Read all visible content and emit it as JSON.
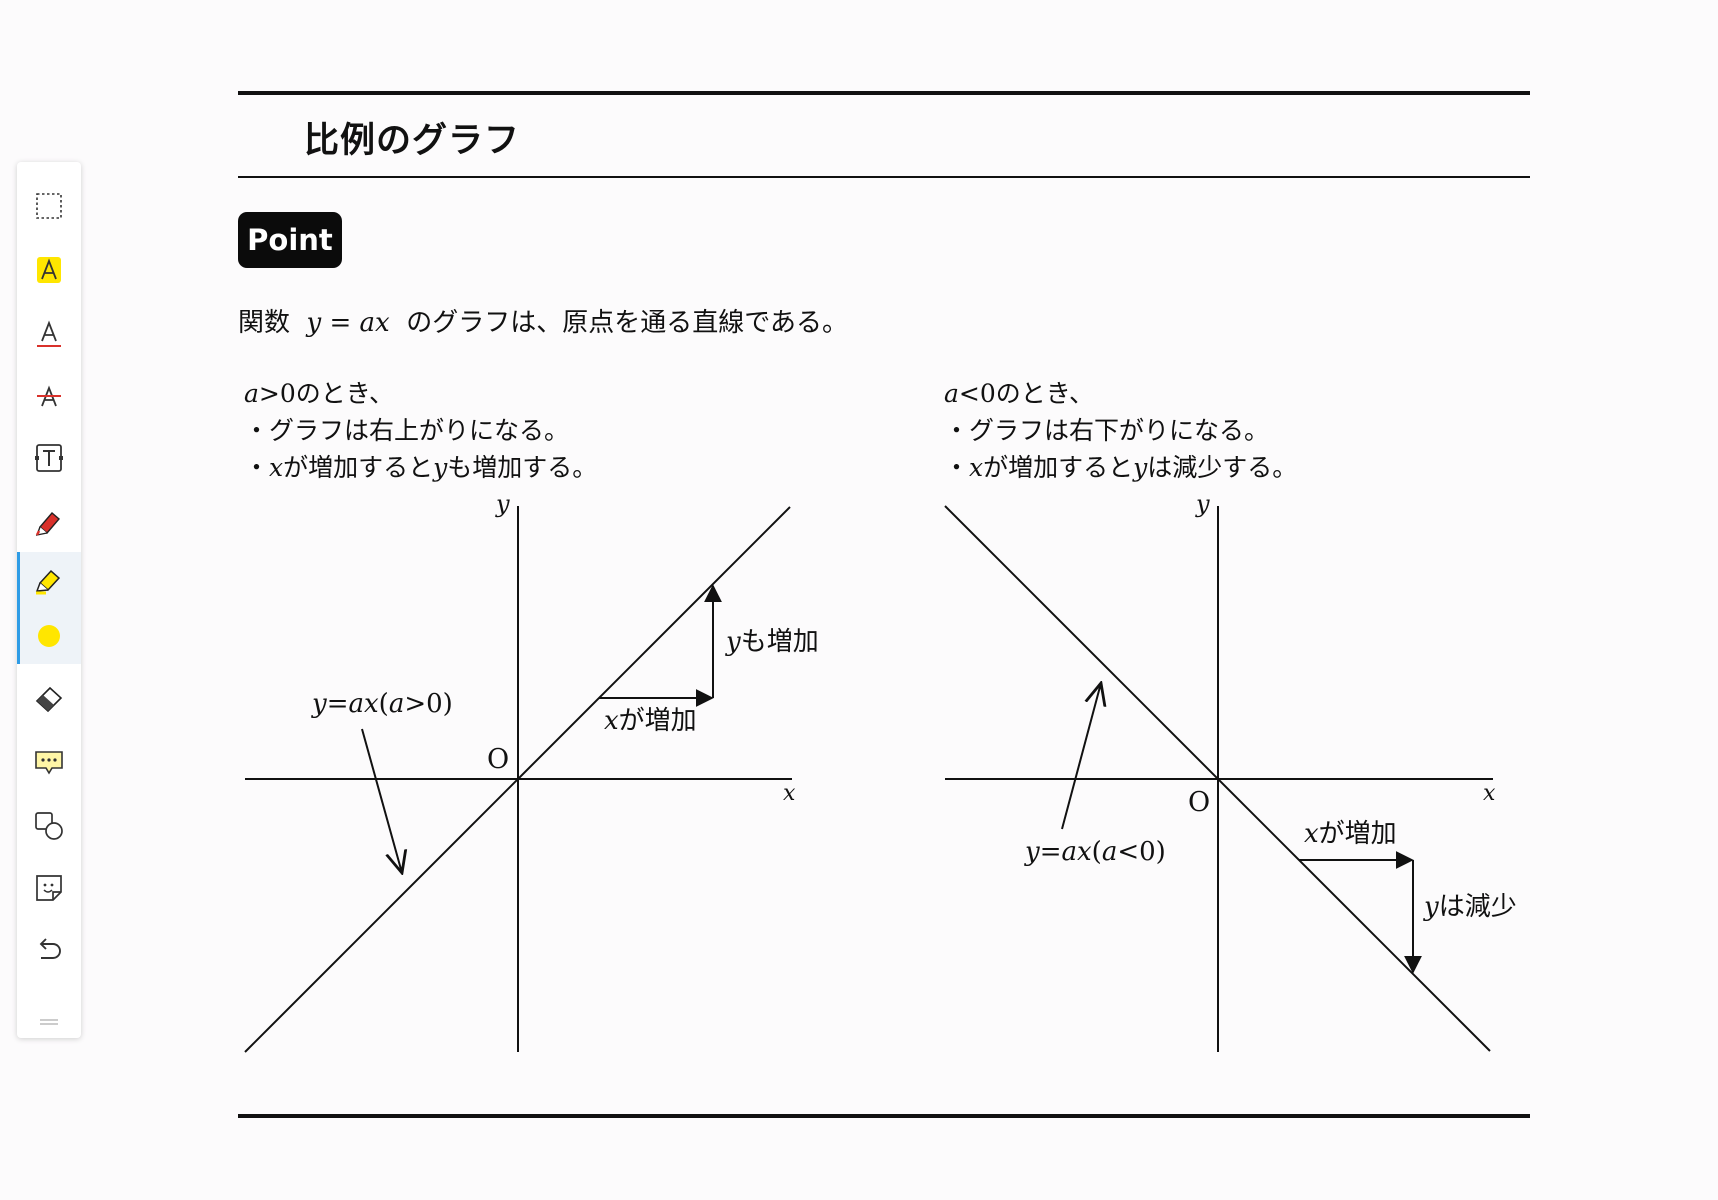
{
  "toolbar": {
    "tools": [
      {
        "name": "select-tool",
        "icon": "dotted-rectangle-icon"
      },
      {
        "name": "highlight-text-tool",
        "icon": "highlighted-a-icon"
      },
      {
        "name": "underline-tool",
        "icon": "underlined-a-icon"
      },
      {
        "name": "strikethrough-tool",
        "icon": "strikethrough-a-icon"
      },
      {
        "name": "text-box-tool",
        "icon": "text-box-icon"
      },
      {
        "name": "pen-tool",
        "icon": "red-marker-icon"
      },
      {
        "name": "highlighter-tool",
        "icon": "yellow-highlighter-icon",
        "active": true
      },
      {
        "name": "color-picker",
        "icon": "yellow-dot-icon",
        "active": true
      },
      {
        "name": "eraser-tool",
        "icon": "eraser-icon"
      },
      {
        "name": "comment-tool",
        "icon": "comment-icon"
      },
      {
        "name": "shape-tool",
        "icon": "shapes-icon"
      },
      {
        "name": "sticker-tool",
        "icon": "sticker-icon"
      },
      {
        "name": "undo-button",
        "icon": "undo-icon"
      }
    ],
    "colors": {
      "accent": "#2f9ce6",
      "highlight": "#ffe600",
      "pen": "#d9312b"
    }
  },
  "page": {
    "title": "比例のグラフ",
    "badge": "Point",
    "statement": {
      "prefix": "関数",
      "formula": "y = ax",
      "suffix": "のグラフは、原点を通る直線である。"
    }
  },
  "left_panel": {
    "condition": {
      "var": "a",
      "rest": ">0のとき、"
    },
    "bullet1": "・グラフは右上がりになる。",
    "bullet2": {
      "bullet": "・",
      "x": "x",
      "mid": "が増加すると",
      "y": "y",
      "end": "も増加する。"
    },
    "graph": {
      "y_axis": "y",
      "x_axis": "x",
      "origin": "O",
      "line_label": {
        "y": "y",
        "eq": "=",
        "ax": "ax",
        "paren_open": "(",
        "a": "a",
        "cond": ">0)"
      },
      "x_change": {
        "var": "x",
        "text": "が増加"
      },
      "y_change": {
        "var": "y",
        "text": "も増加"
      }
    }
  },
  "right_panel": {
    "condition": {
      "var": "a",
      "rest": "<0のとき、"
    },
    "bullet1": "・グラフは右下がりになる。",
    "bullet2": {
      "bullet": "・",
      "x": "x",
      "mid": "が増加すると",
      "y": "y",
      "end": "は減少する。"
    },
    "graph": {
      "y_axis": "y",
      "x_axis": "x",
      "origin": "O",
      "line_label": {
        "y": "y",
        "eq": "=",
        "ax": "ax",
        "paren_open": "(",
        "a": "a",
        "cond": "<0)"
      },
      "x_change": {
        "var": "x",
        "text": "が増加"
      },
      "y_change": {
        "var": "y",
        "text": "は減少"
      }
    }
  }
}
